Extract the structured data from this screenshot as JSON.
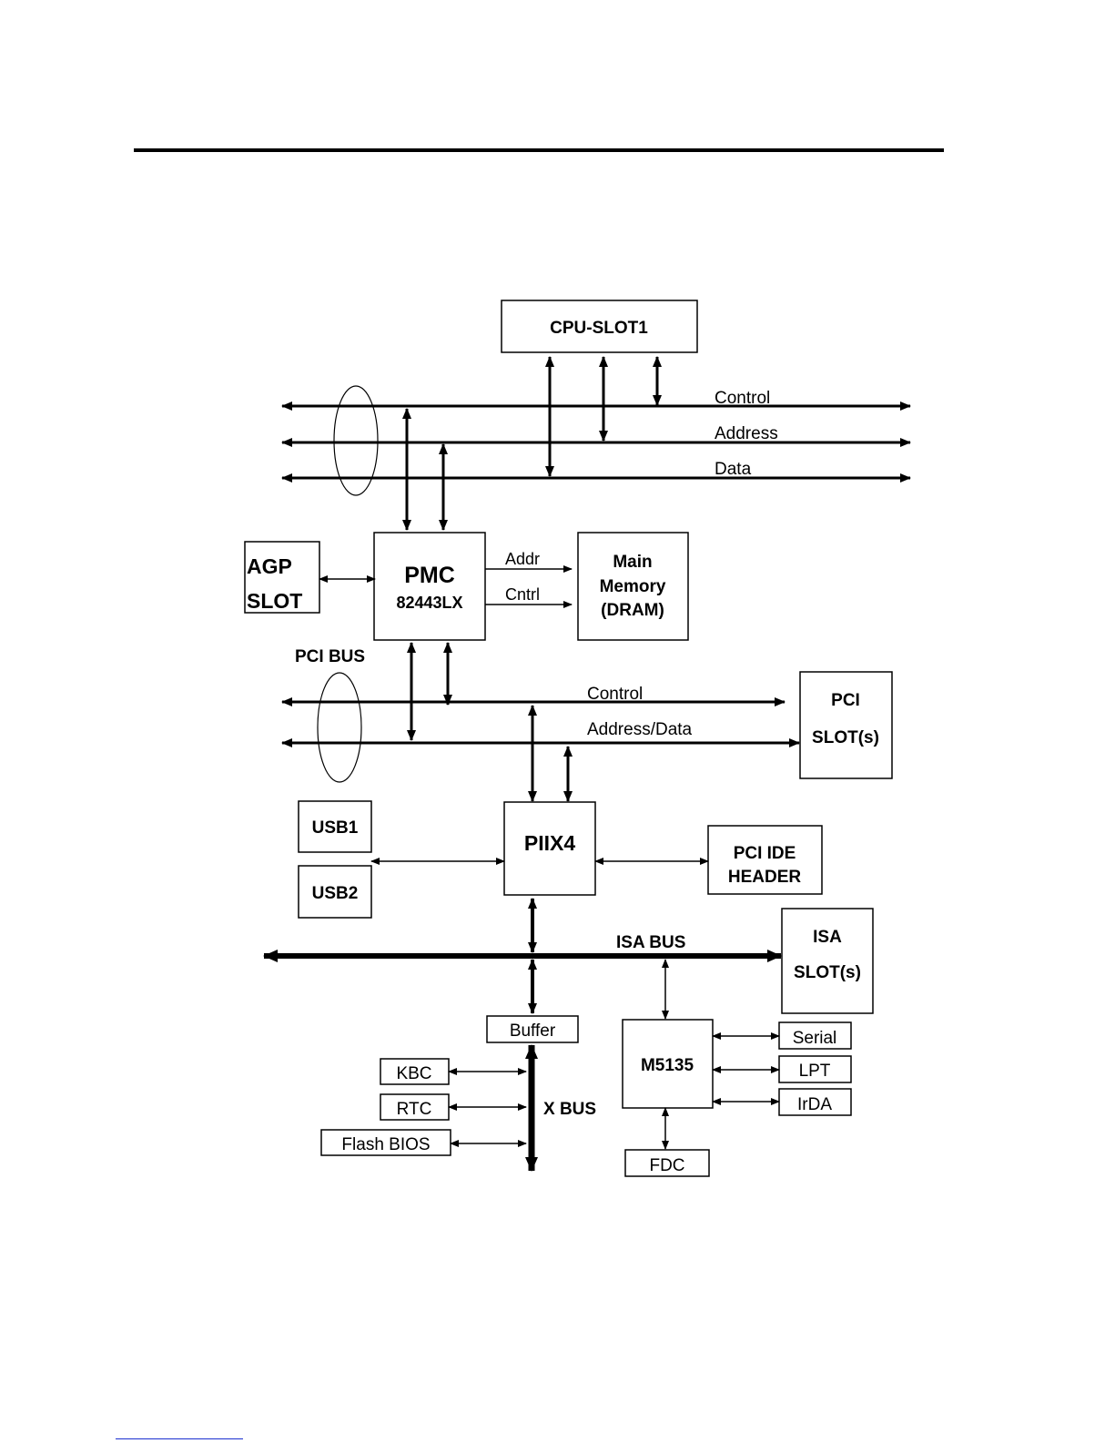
{
  "labels": {
    "cpu_slot": "CPU-SLOT1",
    "host_control": "Control",
    "host_address": "Address",
    "host_data": "Data",
    "agp_line1": "AGP",
    "agp_line2": "SLOT",
    "pmc_name": "PMC",
    "pmc_part": "82443LX",
    "addr": "Addr",
    "cntrl": "Cntrl",
    "mem_line1": "Main",
    "mem_line2": "Memory",
    "mem_line3": "(DRAM)",
    "pci_bus": "PCI BUS",
    "pci_control": "Control",
    "pci_addr_data": "Address/Data",
    "pci_slot_line1": "PCI",
    "pci_slot_line2": "SLOT(s)",
    "usb1": "USB1",
    "usb2": "USB2",
    "piix4": "PIIX4",
    "ide_line1": "PCI IDE",
    "ide_line2": "HEADER",
    "isa_bus": "ISA BUS",
    "isa_slot_line1": "ISA",
    "isa_slot_line2": "SLOT(s)",
    "buffer": "Buffer",
    "kbc": "KBC",
    "rtc": "RTC",
    "flash_bios": "Flash BIOS",
    "x_bus": "X BUS",
    "m5135": "M5135",
    "serial": "Serial",
    "lpt": "LPT",
    "irda": "IrDA",
    "fdc": "FDC"
  }
}
